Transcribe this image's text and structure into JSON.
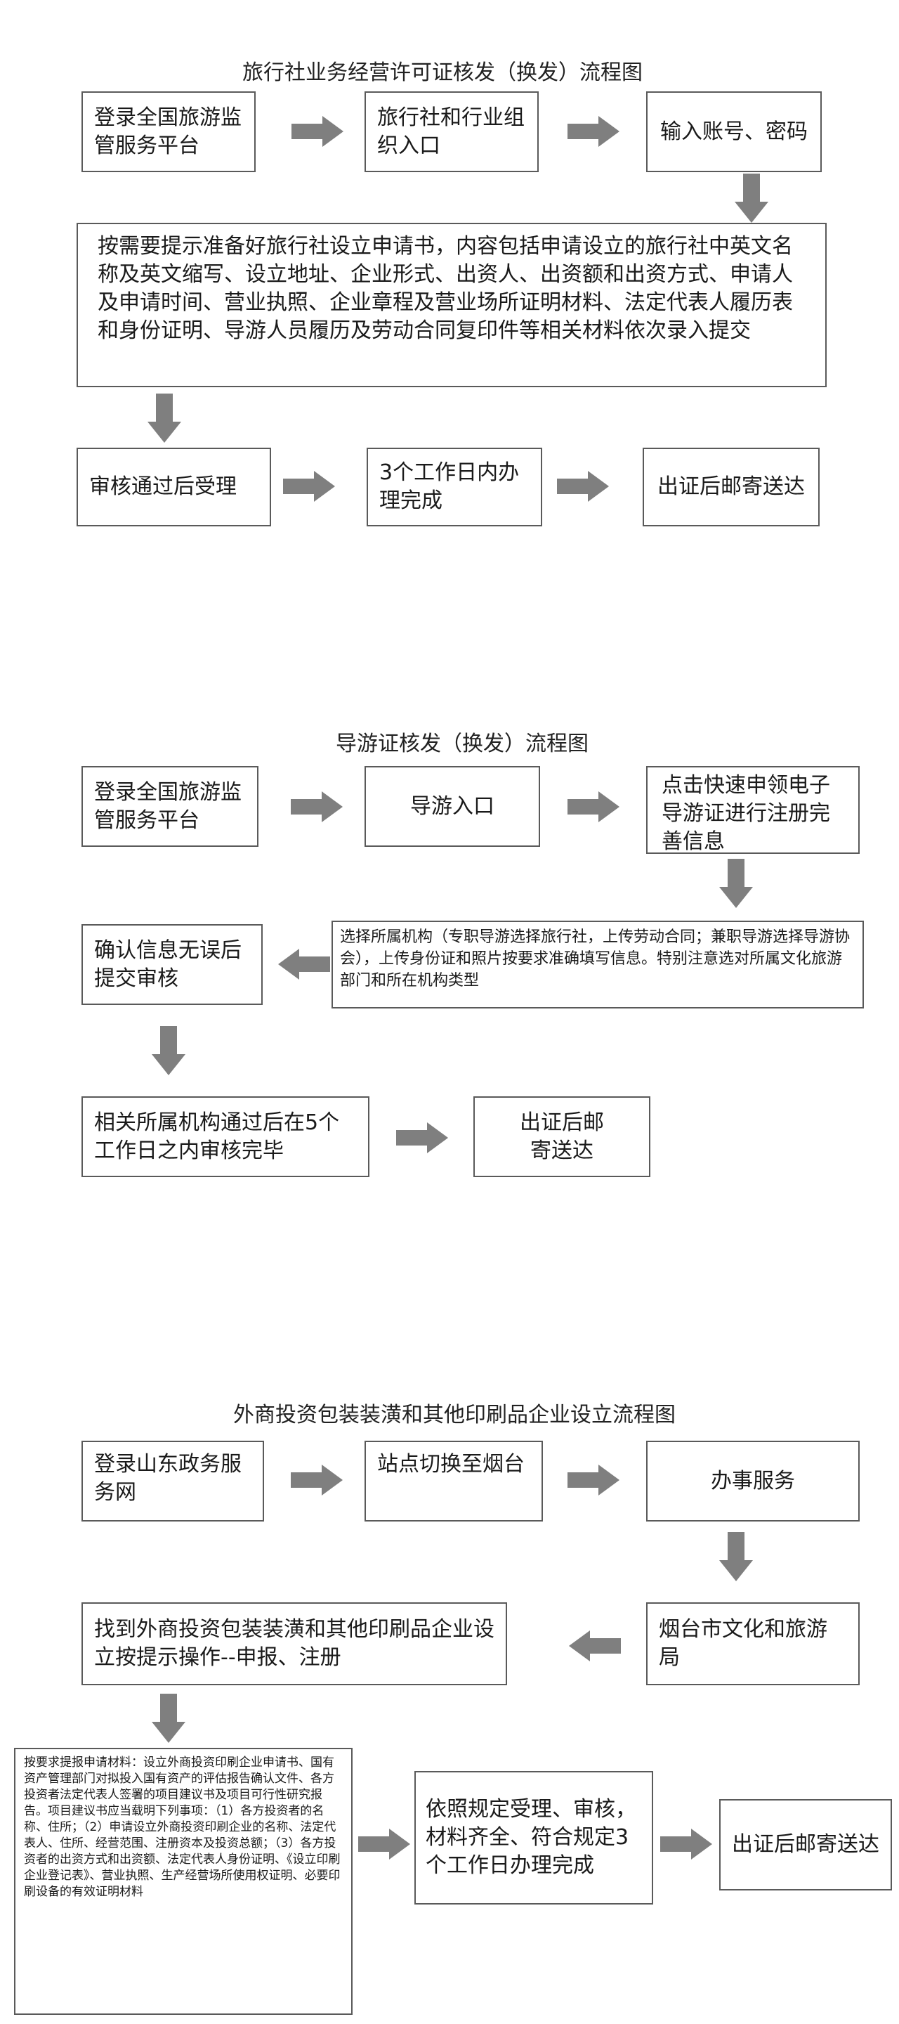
{
  "section1": {
    "title": "旅行社业务经营许可证核发（换发）流程图",
    "box_login": "登录全国旅游监管服务平台",
    "box_entry": "旅行社和行业组织入口",
    "box_account": "输入账号、密码",
    "box_materials": "按需要提示准备好旅行社设立申请书，内容包括申请设立的旅行社中英文名称及英文缩写、设立地址、企业形式、出资人、出资额和出资方式、申请人及申请时间、营业执照、企业章程及营业场所证明材料、法定代表人履历表和身份证明、导游人员履历及劳动合同复印件等相关材料依次录入提交",
    "box_accept": "审核通过后受理",
    "box_days": "3个工作日内办理完成",
    "box_mail": "出证后邮寄送达"
  },
  "section2": {
    "title": "导游证核发（换发）流程图",
    "box_login": "登录全国旅游监管服务平台",
    "box_entry": "导游入口",
    "box_register": "点击快速申领电子导游证进行注册完善信息",
    "box_select": "选择所属机构（专职导游选择旅行社，上传劳动合同；兼职导游选择导游协会），上传身份证和照片按要求准确填写信息。特别注意选对所属文化旅游部门和所在机构类型",
    "box_confirm": "确认信息无误后提交审核",
    "box_review": "相关所属机构通过后在5个工作日之内审核完毕",
    "box_mail": "出证后邮寄送达"
  },
  "section3": {
    "title": "外商投资包装装潢和其他印刷品企业设立流程图",
    "box_login": "登录山东政务服务网",
    "box_switch": "站点切换至烟台",
    "box_service": "办事服务",
    "box_bureau": "烟台市文化和旅游局",
    "box_find": "找到外商投资包装装潢和其他印刷品企业设立按提示操作--申报、注册",
    "box_materials": "按要求提报申请材料：设立外商投资印刷企业申请书、国有资产管理部门对拟投入国有资产的评估报告确认文件、各方投资者法定代表人签署的项目建议书及项目可行性研究报告。项目建议书应当载明下列事项：（1）各方投资者的名称、住所；（2）申请设立外商投资印刷企业的名称、法定代表人、住所、经营范围、注册资本及投资总额；（3）各方投资者的出资方式和出资额、法定代表人身份证明、《设立印刷企业登记表》、营业执照、生产经营场所使用权证明、必要印刷设备的有效证明材料",
    "box_process": "依照规定受理、审核，材料齐全、符合规定3个工作日办理完成",
    "box_mail": "出证后邮寄送达"
  },
  "colors": {
    "arrow": "#7f7f7f",
    "border": "#5a5a5a"
  }
}
